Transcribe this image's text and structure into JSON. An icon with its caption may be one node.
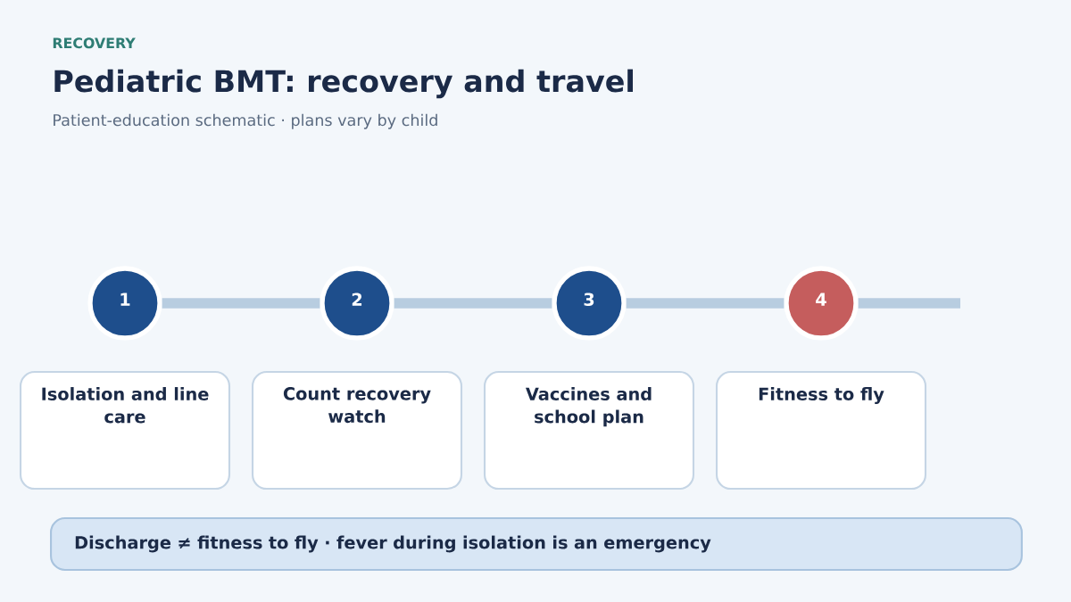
{
  "diagram": {
    "title": "Pediatric BMT: recovery and travel",
    "nodes": [
      {
        "text": [
          "1"
        ]
      },
      {
        "text": [
          "2"
        ]
      },
      {
        "text": [
          "3"
        ]
      },
      {
        "text": [
          "4"
        ]
      },
      {
        "text": [
          "Isolation and line care"
        ]
      },
      {
        "text": [
          "Count recovery watch"
        ]
      },
      {
        "text": [
          "Vaccines and school plan"
        ]
      },
      {
        "text": [
          "Fitness to fly"
        ]
      },
      {
        "text": [
          "Discharge ≠ fitness to fly · fever during isolation is an emergency"
        ]
      }
    ],
    "edges": [
      {
        "from": 0,
        "to": 1,
        "arrow": "none"
      },
      {
        "from": 1,
        "to": 2,
        "arrow": "none"
      },
      {
        "from": 2,
        "to": 3,
        "arrow": "none"
      },
      {
        "from": 3,
        "to": null,
        "arrow": "none"
      }
    ],
    "labels": [
      "RECOVERY",
      "Patient-education schematic · plans vary by child"
    ]
  }
}
